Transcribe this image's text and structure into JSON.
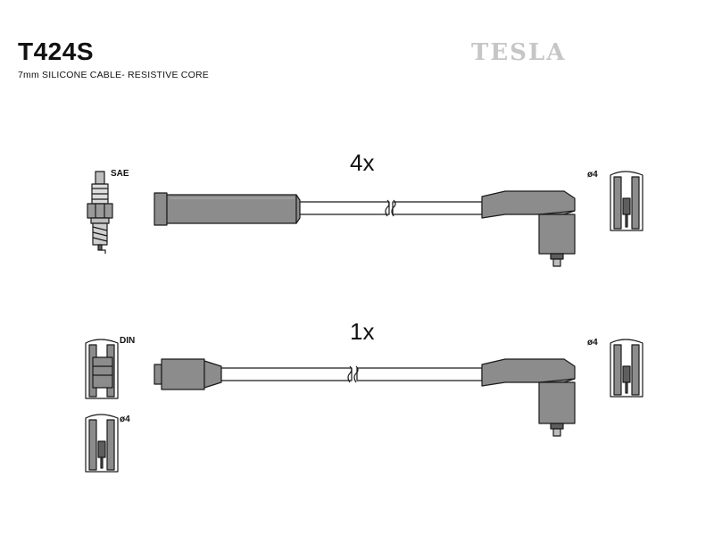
{
  "header": {
    "title": "T424S",
    "subtitle": "7mm SILICONE CABLE- RESISTIVE CORE",
    "brand": "TESLA"
  },
  "leads": [
    {
      "quantity": "4x"
    },
    {
      "quantity": "1x"
    }
  ],
  "labels": {
    "sae": "SAE",
    "din": "DIN",
    "d4_top": "ø4",
    "d4_mid": "ø4",
    "d4_bottom": "ø4"
  },
  "colors": {
    "part_fill": "#8c8c8c",
    "part_dark": "#5e5e5e",
    "outline": "#1a1a1a",
    "brand_gray": "#c6c6c6"
  }
}
